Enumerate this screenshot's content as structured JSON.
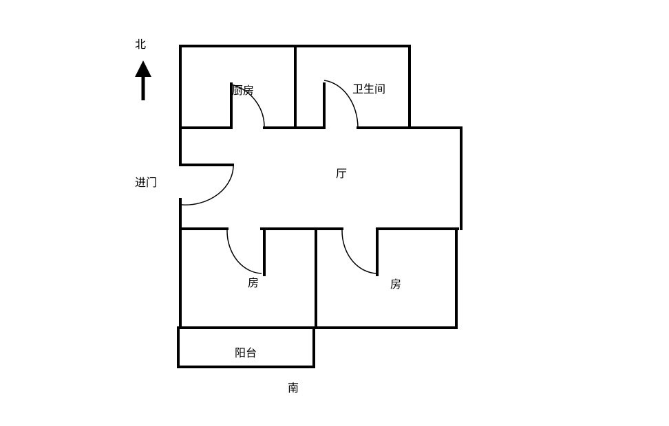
{
  "compass": {
    "north_label": "北",
    "south_label": "南"
  },
  "entrance": {
    "label": "进门"
  },
  "rooms": {
    "kitchen": "厨房",
    "bathroom": "卫生间",
    "living_hall": "厅",
    "bedroom_left": "房",
    "bedroom_right": "房",
    "balcony": "阳台"
  }
}
